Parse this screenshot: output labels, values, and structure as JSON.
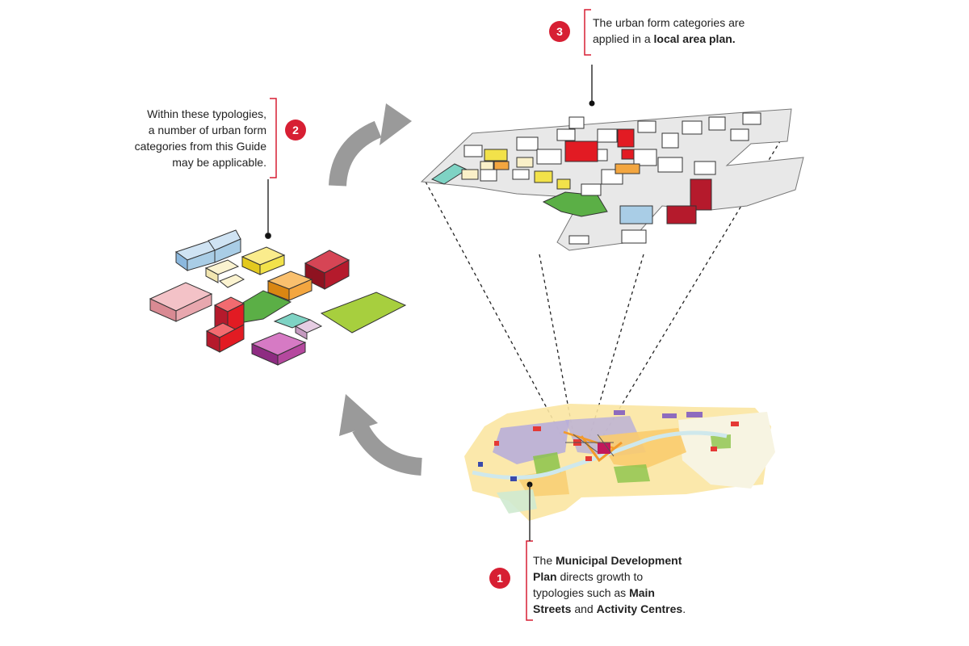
{
  "colors": {
    "accent_red": "#D71F33",
    "bracket_red": "#D71F33",
    "arrow_grey": "#9A9A9A"
  },
  "steps": [
    {
      "number": "1",
      "parts": [
        "The ",
        "Municipal Development",
        "Plan",
        " directs growth to",
        "typologies such as ",
        "Main",
        "Streets",
        " and ",
        "Activity Centres",
        "."
      ]
    },
    {
      "number": "2",
      "lines": [
        "Within these typologies,",
        "a number of urban form",
        "categories from this Guide",
        "may be applicable."
      ]
    },
    {
      "number": "3",
      "line1": "The urban form categories are",
      "line2_prefix": "applied in a ",
      "line2_bold": "local area plan."
    }
  ],
  "icons": {
    "cycle_arrow_top": "curved-arrow-icon",
    "cycle_arrow_bottom": "curved-arrow-icon"
  }
}
